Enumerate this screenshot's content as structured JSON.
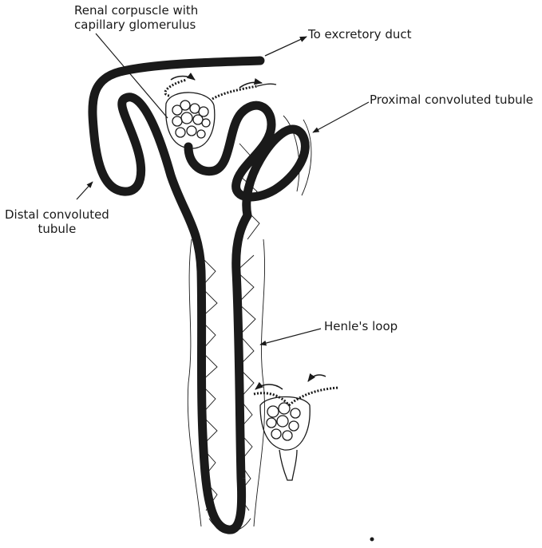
{
  "labels": {
    "renal_corpuscle": [
      "Renal corpuscle with",
      "capillary glomerulus"
    ],
    "excretory_duct": "To excretory duct",
    "proximal_tubule": "Proximal convoluted tubule",
    "distal_tubule": [
      "Distal convoluted",
      "tubule"
    ],
    "henle_loop": "Henle's loop"
  },
  "colors": {
    "ink": "#1a1a1a",
    "paper": "#ffffff"
  }
}
